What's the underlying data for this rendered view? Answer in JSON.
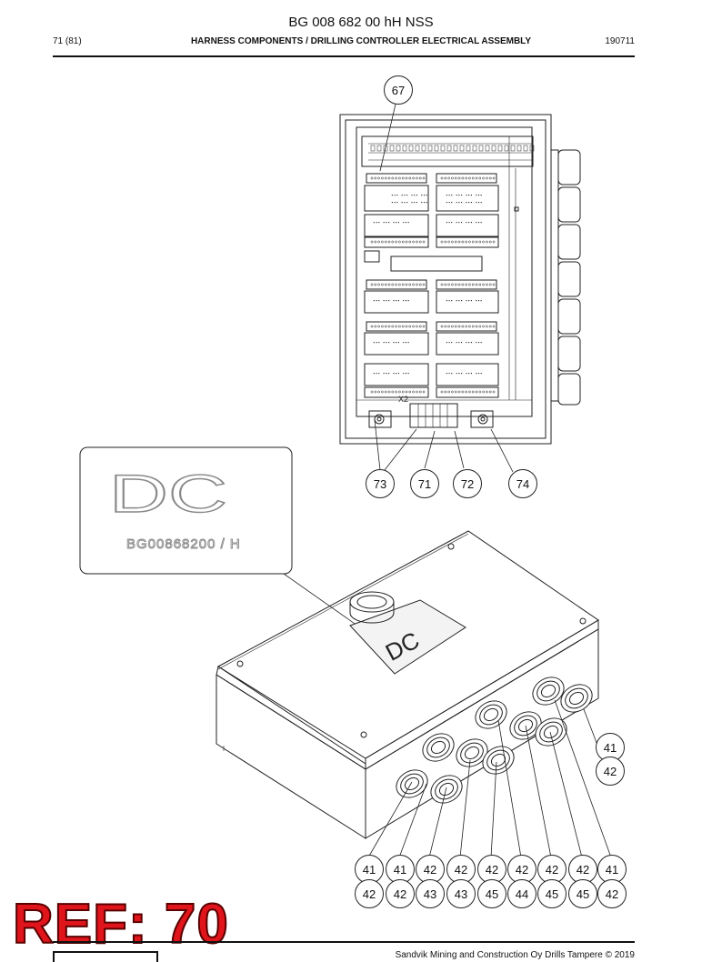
{
  "header": {
    "doc_number": "BG 008 682 00 hH NSS",
    "page": "71 (81)",
    "section": "HARNESS COMPONENTS / DRILLING CONTROLLER ELECTRICAL ASSEMBLY",
    "date": "190711"
  },
  "label_plate": {
    "code": "DC",
    "part_number": "BG00868200 / H"
  },
  "lid_label": "DC",
  "terminal_label": "X2",
  "callouts": {
    "top": [
      "67"
    ],
    "bottom_row": [
      "73",
      "71",
      "72",
      "74"
    ],
    "side": [
      "41",
      "42"
    ],
    "gland_row1": [
      "41",
      "41",
      "42",
      "42",
      "42",
      "42",
      "42",
      "42",
      "41"
    ],
    "gland_row2": [
      "42",
      "42",
      "43",
      "43",
      "45",
      "44",
      "45",
      "45",
      "42"
    ]
  },
  "ref_stamp": "REF: 70",
  "footer": {
    "copyright": "Sandvik Mining and Construction Oy Drills Tampere © 2019"
  }
}
